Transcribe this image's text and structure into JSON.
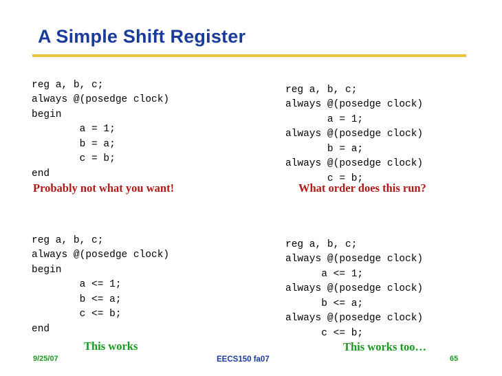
{
  "slide": {
    "title": "A Simple Shift Register",
    "accent_color": "#e8c63c",
    "title_color": "#1a3a9e",
    "red_color": "#b01818",
    "green_color": "#19991f"
  },
  "code_blocks": {
    "top_left": "reg a, b, c;\nalways @(posedge clock)\nbegin\n        a = 1;\n        b = a;\n        c = b;\nend",
    "top_right": "reg a, b, c;\nalways @(posedge clock)\n       a = 1;\nalways @(posedge clock)\n       b = a;\nalways @(posedge clock)\n       c = b;",
    "bottom_left": "reg a, b, c;\nalways @(posedge clock)\nbegin\n        a <= 1;\n        b <= a;\n        c <= b;\nend",
    "bottom_right": "reg a, b, c;\nalways @(posedge clock)\n      a <= 1;\nalways @(posedge clock)\n      b <= a;\nalways @(posedge clock)\n      c <= b;"
  },
  "annotations": {
    "red_left": "Probably not what you want!",
    "red_right": "What order does this run?",
    "green_left": "This works",
    "green_right": "This works too…"
  },
  "footer": {
    "date": "9/25/07",
    "course": "EECS150 fa07",
    "page_number": "65"
  }
}
